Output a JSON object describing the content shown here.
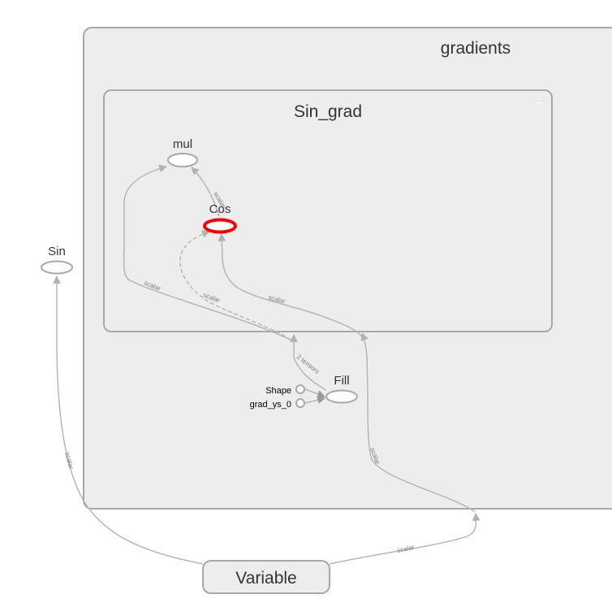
{
  "groups": {
    "gradients": "gradients",
    "sin_grad": "Sin_grad",
    "collapse_symbol": "–"
  },
  "nodes": {
    "mul": "mul",
    "cos": "Cos",
    "sin": "Sin",
    "fill": "Fill",
    "shape": "Shape",
    "grad_ys_0": "grad_ys_0",
    "variable": "Variable"
  },
  "edge_labels": {
    "cos_to_mul": "scalar",
    "fill_to_mul": "scalar",
    "fill_to_cos_dashed": "scalar",
    "var_to_cos": "scalar",
    "fill_in": "2 tensors",
    "var_to_grad": "scalar",
    "var_to_sin": "scalar",
    "var_to_gradients": "scalar"
  },
  "colors": {
    "highlight": "#ff0000",
    "group_fill": "#ededed",
    "stroke": "#a8a8a8",
    "edge": "#b2b2b2"
  }
}
